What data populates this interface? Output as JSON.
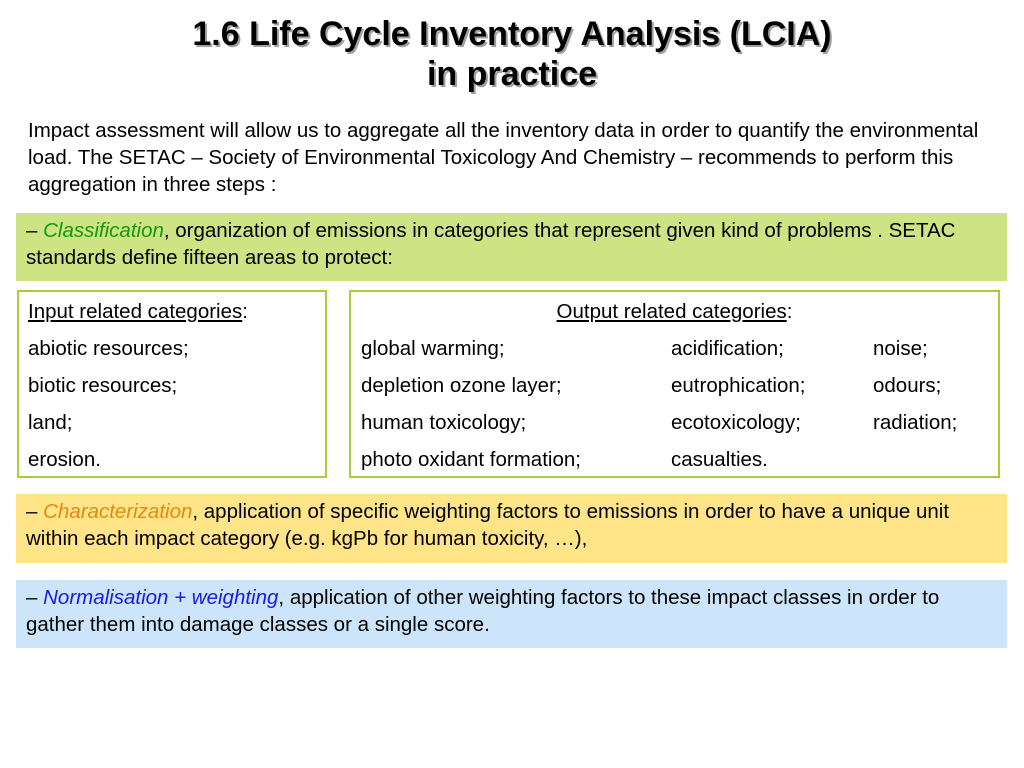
{
  "title": {
    "line1": "1.6 Life Cycle Inventory Analysis (LCIA)",
    "line2": "in practice"
  },
  "intro": "Impact assessment will allow us to aggregate all the inventory data in order to quantify the environmental load. The SETAC – Society of Environmental Toxicology And Chemistry – recommends to perform this aggregation in three steps :",
  "classification": {
    "dash": "– ",
    "term": "Classification",
    "text": ", organization of emissions in categories that represent given kind of problems . SETAC standards define fifteen areas to protect:",
    "color": "#109a10",
    "background": "#cde384"
  },
  "input_categories": {
    "heading": "Input related categories",
    "colon": ":",
    "items": [
      "abiotic resources;",
      "biotic resources;",
      "land;",
      "erosion."
    ]
  },
  "output_categories": {
    "heading": "Output related categories",
    "colon": ":",
    "rows": [
      [
        "global warming;",
        "acidification;",
        "noise;"
      ],
      [
        "depletion ozone layer;",
        "eutrophication;",
        "odours;"
      ],
      [
        "human toxicology;",
        "ecotoxicology;",
        "radiation;"
      ],
      [
        "photo oxidant formation;",
        "casualties.",
        ""
      ]
    ]
  },
  "characterization": {
    "dash": "– ",
    "term": "Characterization",
    "text": ", application of specific weighting factors to emissions in order to have a unique unit within each impact category (e.g. kgPb for human toxicity, …),",
    "color": "#e38a12",
    "background": "#ffe488"
  },
  "normalisation": {
    "dash": "– ",
    "term": "Normalisation + weighting",
    "text": ", application of other weighting factors to these impact classes in order to gather them into damage classes or a single score.",
    "color": "#1a1ae0",
    "background": "#cce5fa"
  },
  "panel_border_color": "#a8cf3b"
}
